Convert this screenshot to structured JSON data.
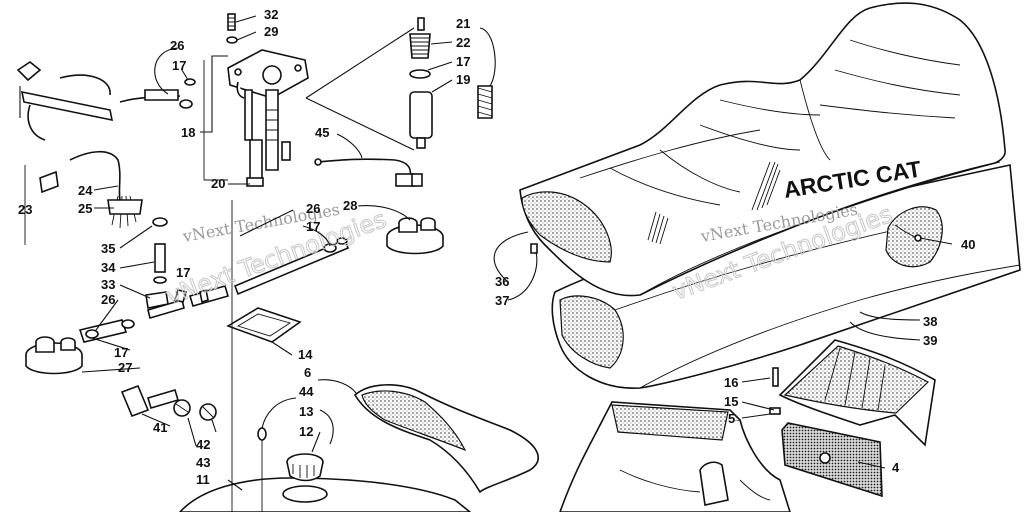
{
  "brand_text": "ARCTIC CAT",
  "watermarks": [
    "vNext Technologies",
    "vNext Technologies"
  ],
  "callouts": {
    "c32": "32",
    "c29": "29",
    "c26a": "26",
    "c17a": "17",
    "c18": "18",
    "c20": "20",
    "c21": "21",
    "c22": "22",
    "c17b": "17",
    "c19": "19",
    "c45": "45",
    "c24": "24",
    "c25": "25",
    "c23": "23",
    "c35": "35",
    "c34": "34",
    "c33": "33",
    "c17c": "17",
    "c26b": "26",
    "c17d": "17",
    "c27": "27",
    "c26c": "26",
    "c17e": "17",
    "c28": "28",
    "c14": "14",
    "c6": "6",
    "c44": "44",
    "c13": "13",
    "c12": "12",
    "c41": "41",
    "c42": "42",
    "c43": "43",
    "c11": "11",
    "c36": "36",
    "c37": "37",
    "c40": "40",
    "c38": "38",
    "c39": "39",
    "c16": "16",
    "c15": "15",
    "c5": "5",
    "c4": "4"
  }
}
